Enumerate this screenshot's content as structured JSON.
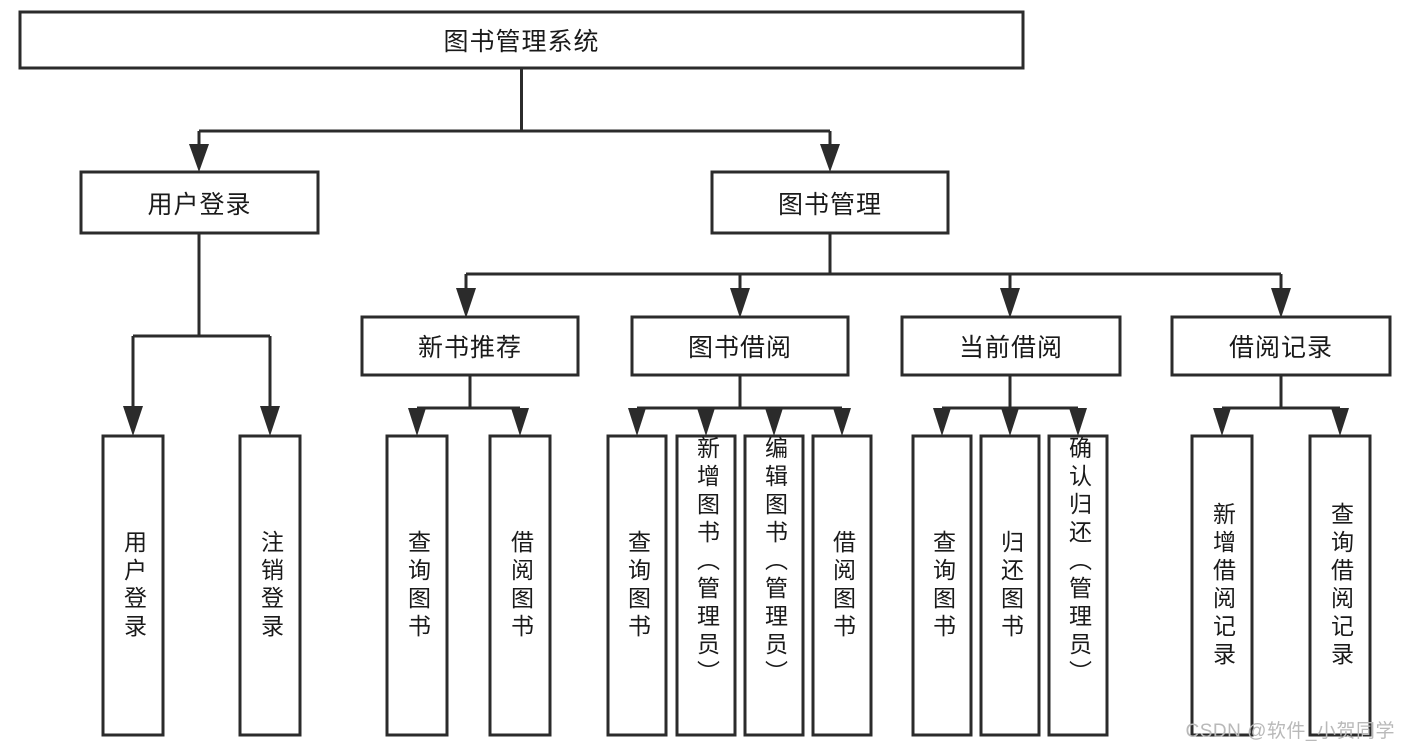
{
  "diagram": {
    "type": "hierarchy-tree",
    "title": "图书管理系统",
    "watermark": "CSDN @软件_小贺同学",
    "colors": {
      "box_stroke": "#2b2b2b",
      "box_fill": "#ffffff",
      "text": "#1a1a1a",
      "background": "#ffffff",
      "watermark": "#b9b9b9"
    },
    "root": {
      "label": "图书管理系统",
      "orientation": "horizontal"
    },
    "level2": [
      {
        "label": "用户登录",
        "orientation": "horizontal"
      },
      {
        "label": "图书管理",
        "orientation": "horizontal"
      }
    ],
    "level3": [
      {
        "label": "新书推荐",
        "orientation": "horizontal",
        "parent": "图书管理"
      },
      {
        "label": "图书借阅",
        "orientation": "horizontal",
        "parent": "图书管理"
      },
      {
        "label": "当前借阅",
        "orientation": "horizontal",
        "parent": "图书管理"
      },
      {
        "label": "借阅记录",
        "orientation": "horizontal",
        "parent": "图书管理"
      }
    ],
    "leaves": {
      "用户登录": [
        {
          "label": "用户登录",
          "orientation": "vertical"
        },
        {
          "label": "注销登录",
          "orientation": "vertical"
        }
      ],
      "新书推荐": [
        {
          "label": "查询图书",
          "orientation": "vertical"
        },
        {
          "label": "借阅图书",
          "orientation": "vertical"
        }
      ],
      "图书借阅": [
        {
          "label": "查询图书",
          "orientation": "vertical"
        },
        {
          "label": "新增图书（管理员）",
          "orientation": "vertical"
        },
        {
          "label": "编辑图书（管理员）",
          "orientation": "vertical"
        },
        {
          "label": "借阅图书",
          "orientation": "vertical"
        }
      ],
      "当前借阅": [
        {
          "label": "查询图书",
          "orientation": "vertical"
        },
        {
          "label": "归还图书",
          "orientation": "vertical"
        },
        {
          "label": "确认归还（管理员）",
          "orientation": "vertical"
        }
      ],
      "借阅记录": [
        {
          "label": "新增借阅记录",
          "orientation": "vertical"
        },
        {
          "label": "查询借阅记录",
          "orientation": "vertical"
        }
      ]
    }
  }
}
